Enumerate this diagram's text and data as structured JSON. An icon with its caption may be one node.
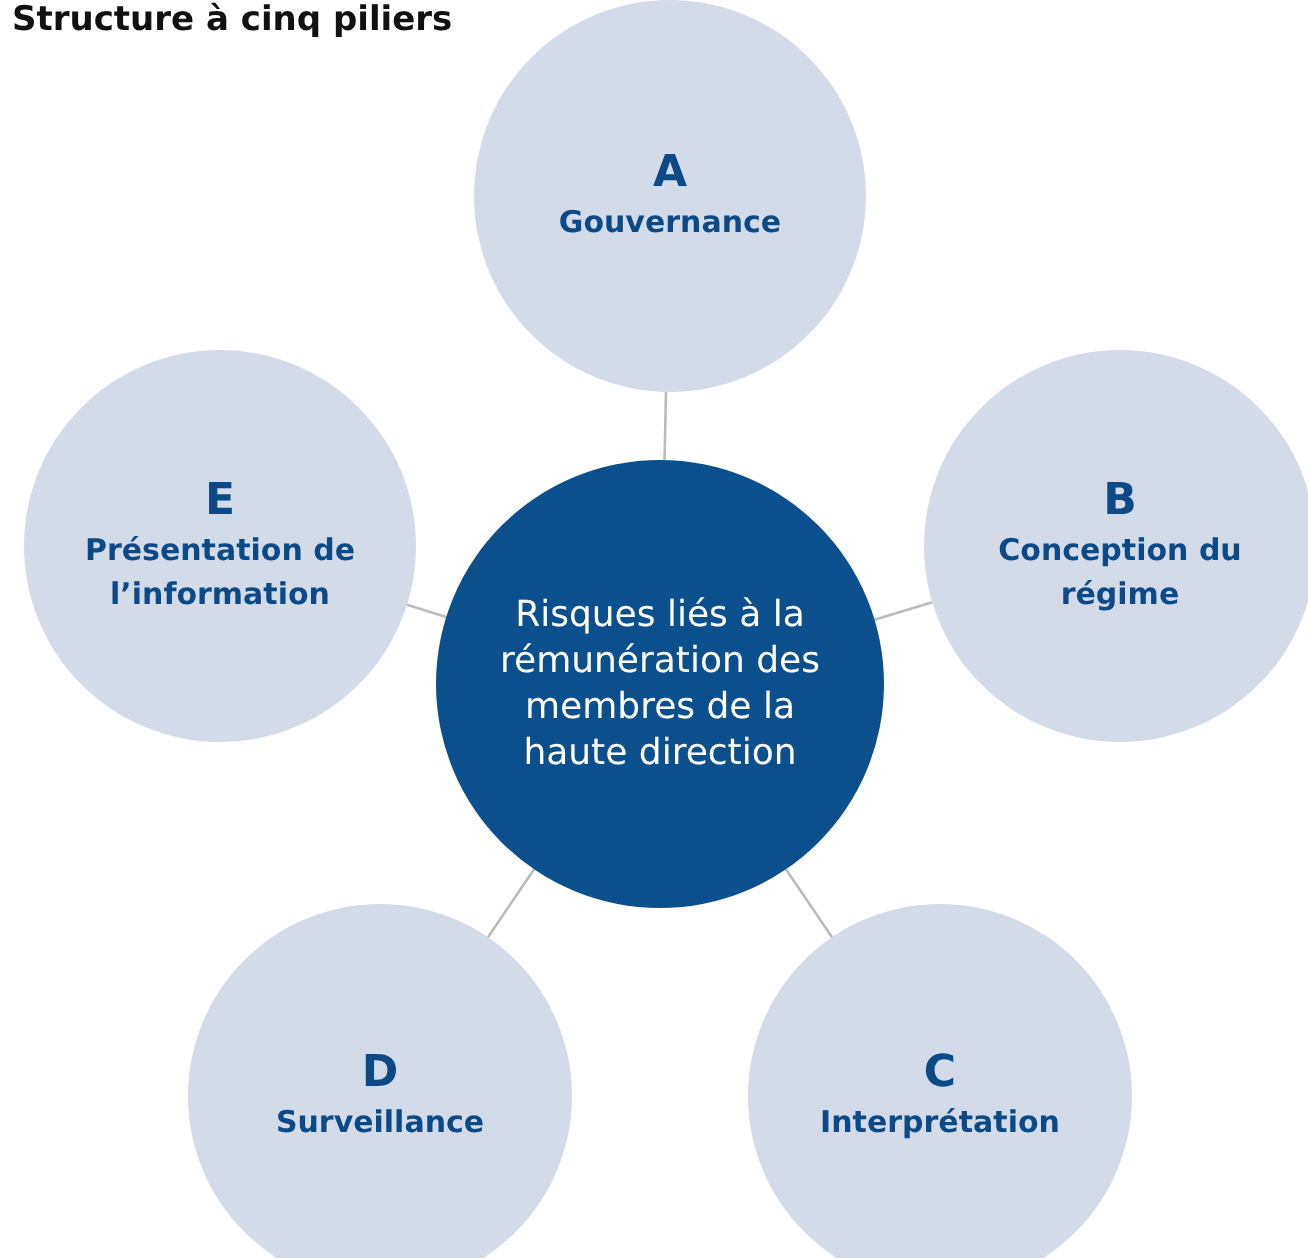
{
  "diagram": {
    "title": "Structure à cinq piliers",
    "nodes": [
      {
        "text": [
          "A",
          "Gouvernance"
        ]
      },
      {
        "text": [
          "E",
          "Présentation de l’information"
        ]
      },
      {
        "text": [
          "B",
          "Conception du régime"
        ]
      },
      {
        "text": [
          "Risques liés à la rémunération des membres de la haute direction"
        ]
      },
      {
        "text": [
          "D",
          "Surveillance"
        ]
      },
      {
        "text": [
          "C",
          "Interprétation"
        ]
      }
    ],
    "edges": [
      {
        "from": 3,
        "to": 0,
        "arrow": "none"
      },
      {
        "from": 3,
        "to": 2,
        "arrow": "none"
      },
      {
        "from": 3,
        "to": 5,
        "arrow": "none"
      },
      {
        "from": 3,
        "to": 4,
        "arrow": "none"
      },
      {
        "from": 3,
        "to": 1,
        "arrow": "none"
      }
    ]
  }
}
